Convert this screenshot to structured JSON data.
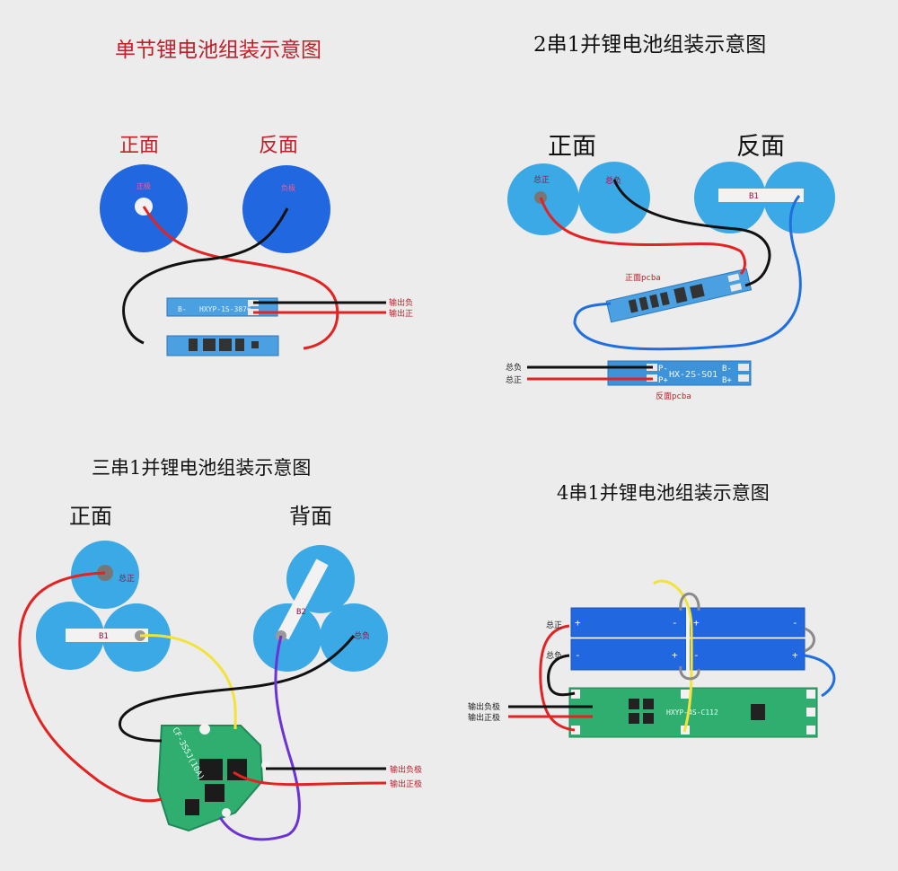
{
  "diagrams": {
    "single": {
      "title": "单节锂电池组装示意图",
      "front": "正面",
      "back": "反面",
      "cell_pos": "正极",
      "cell_neg": "负极",
      "pcb_text": "HXYP-1S-3876",
      "pcb_b_minus": "B-",
      "out_neg": "输出负",
      "out_pos": "输出正"
    },
    "two_series": {
      "title": "2串1并锂电池组装示意图",
      "front": "正面",
      "back": "反面",
      "total_pos": "总正",
      "total_neg": "总负",
      "b1": "B1",
      "pcb_front_label": "正面pcba",
      "pcb_back_label": "反面pcba",
      "pcb_text": "HX-2S-SO1",
      "p_minus": "P-",
      "p_plus": "P+",
      "b_minus": "B-",
      "b_plus": "B+",
      "out_total_neg": "总负",
      "out_total_pos": "总正"
    },
    "three_series": {
      "title": "三串1并锂电池组装示意图",
      "front": "正面",
      "back": "背面",
      "total_pos": "总正",
      "total_neg": "总负",
      "b1": "B1",
      "b2": "B2",
      "pcb_text": "CF-3S5J(10A)",
      "out_neg": "输出负极",
      "out_pos": "输出正极"
    },
    "four_series": {
      "title": "4串1并锂电池组装示意图",
      "total_pos": "总正",
      "total_neg": "总负",
      "out_neg": "输出负极",
      "out_pos": "输出正极",
      "pcb_text": "HXYP-4S-C112",
      "plus": "+",
      "minus": "-"
    }
  },
  "colors": {
    "title_red": "#c0202a",
    "title_black": "#111111",
    "cell_blue_dark": "#2167e0",
    "cell_blue_light": "#3aa9e6",
    "pcb_blue": "#3d92d8",
    "pcb_green": "#2fae70",
    "wire_red": "#e32222",
    "wire_black": "#111111",
    "wire_blue": "#1f6fe0",
    "wire_yellow": "#f2e33a",
    "wire_purple": "#6b33d6",
    "wire_gray": "#8a8a8a"
  }
}
